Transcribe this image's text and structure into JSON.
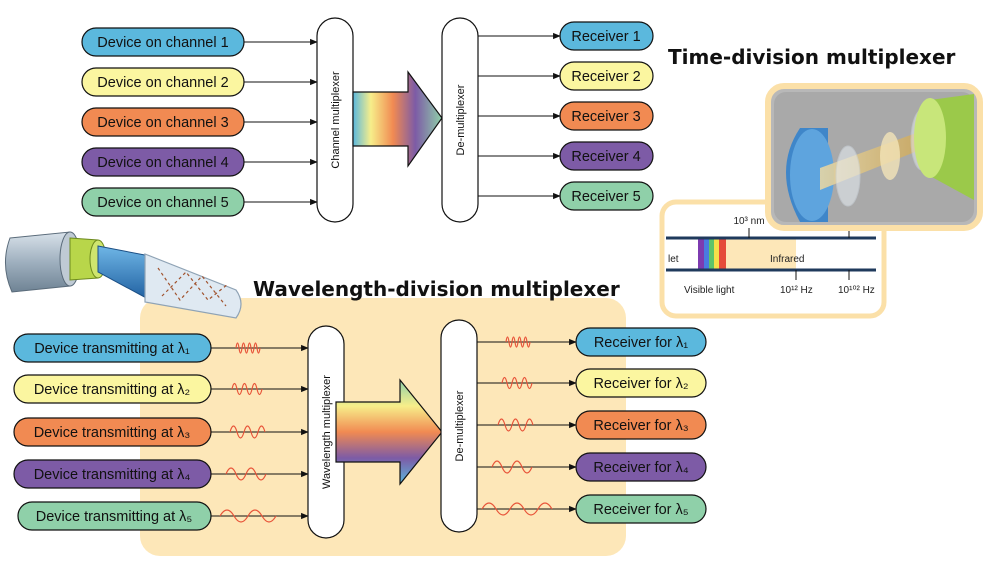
{
  "titles": {
    "tdm": "Time-division multiplexer",
    "wdm": "Wavelength-division multiplexer"
  },
  "tdm": {
    "devices": [
      "Device on channel 1",
      "Device on channel 2",
      "Device on channel 3",
      "Device on channel 4",
      "Device on channel 5"
    ],
    "mux_label": "Channel multiplexer",
    "demux_label": "De-multiplexer",
    "receivers": [
      "Receiver 1",
      "Receiver 2",
      "Receiver 3",
      "Receiver 4",
      "Receiver 5"
    ]
  },
  "wdm": {
    "devices": [
      "Device transmitting at λ₁",
      "Device transmitting at λ₂",
      "Device transmitting at λ₃",
      "Device transmitting at λ₄",
      "Device transmitting at λ₅"
    ],
    "mux_label": "Wavelength multiplexer",
    "demux_label": "De-multiplexer",
    "receivers": [
      "Receiver for λ₁",
      "Receiver for λ₂",
      "Receiver for λ₃",
      "Receiver for λ₄",
      "Receiver for λ₅"
    ]
  },
  "spectrum_inset": {
    "wavelength_tick": "10³ nm",
    "band_left": "let",
    "band_right": "Infrared",
    "visible_label": "Visible light",
    "freq_tick_1": "10¹² Hz",
    "freq_tick_2": "10¹⁰² Hz"
  },
  "colors": {
    "blue": "#5bb8dd",
    "yellow": "#fbf6a0",
    "orange": "#f18a52",
    "purple": "#7d5ba6",
    "green": "#8fd0a9",
    "wdm_background": "#fde7b8",
    "inset_border": "#fbe0a8",
    "signal_wave": "#e8553a"
  }
}
